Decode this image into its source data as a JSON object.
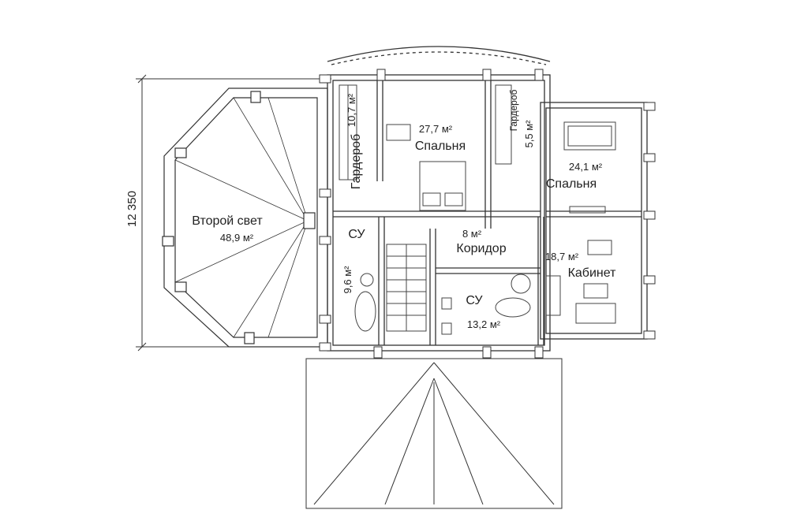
{
  "dimension": {
    "height_label": "12 350"
  },
  "rooms": {
    "second_light": {
      "name": "Второй свет",
      "area": "48,9 м²"
    },
    "wardrobe_left": {
      "name": "Гардероб",
      "area": "10,7 м²"
    },
    "bedroom_center": {
      "name": "Спальня",
      "area": "27,7 м²"
    },
    "wardrobe_right": {
      "name": "Гардероб",
      "area": "5,5 м²"
    },
    "bedroom_right": {
      "name": "Спальня",
      "area": "24,1 м²"
    },
    "bath_left": {
      "name": "СУ",
      "area": "9,6 м²"
    },
    "corridor": {
      "name": "Коридор",
      "area": "8 м²"
    },
    "bath_center": {
      "name": "СУ",
      "area": "13,2 м²"
    },
    "study": {
      "name": "Кабинет",
      "area": "18,7 м²"
    }
  }
}
